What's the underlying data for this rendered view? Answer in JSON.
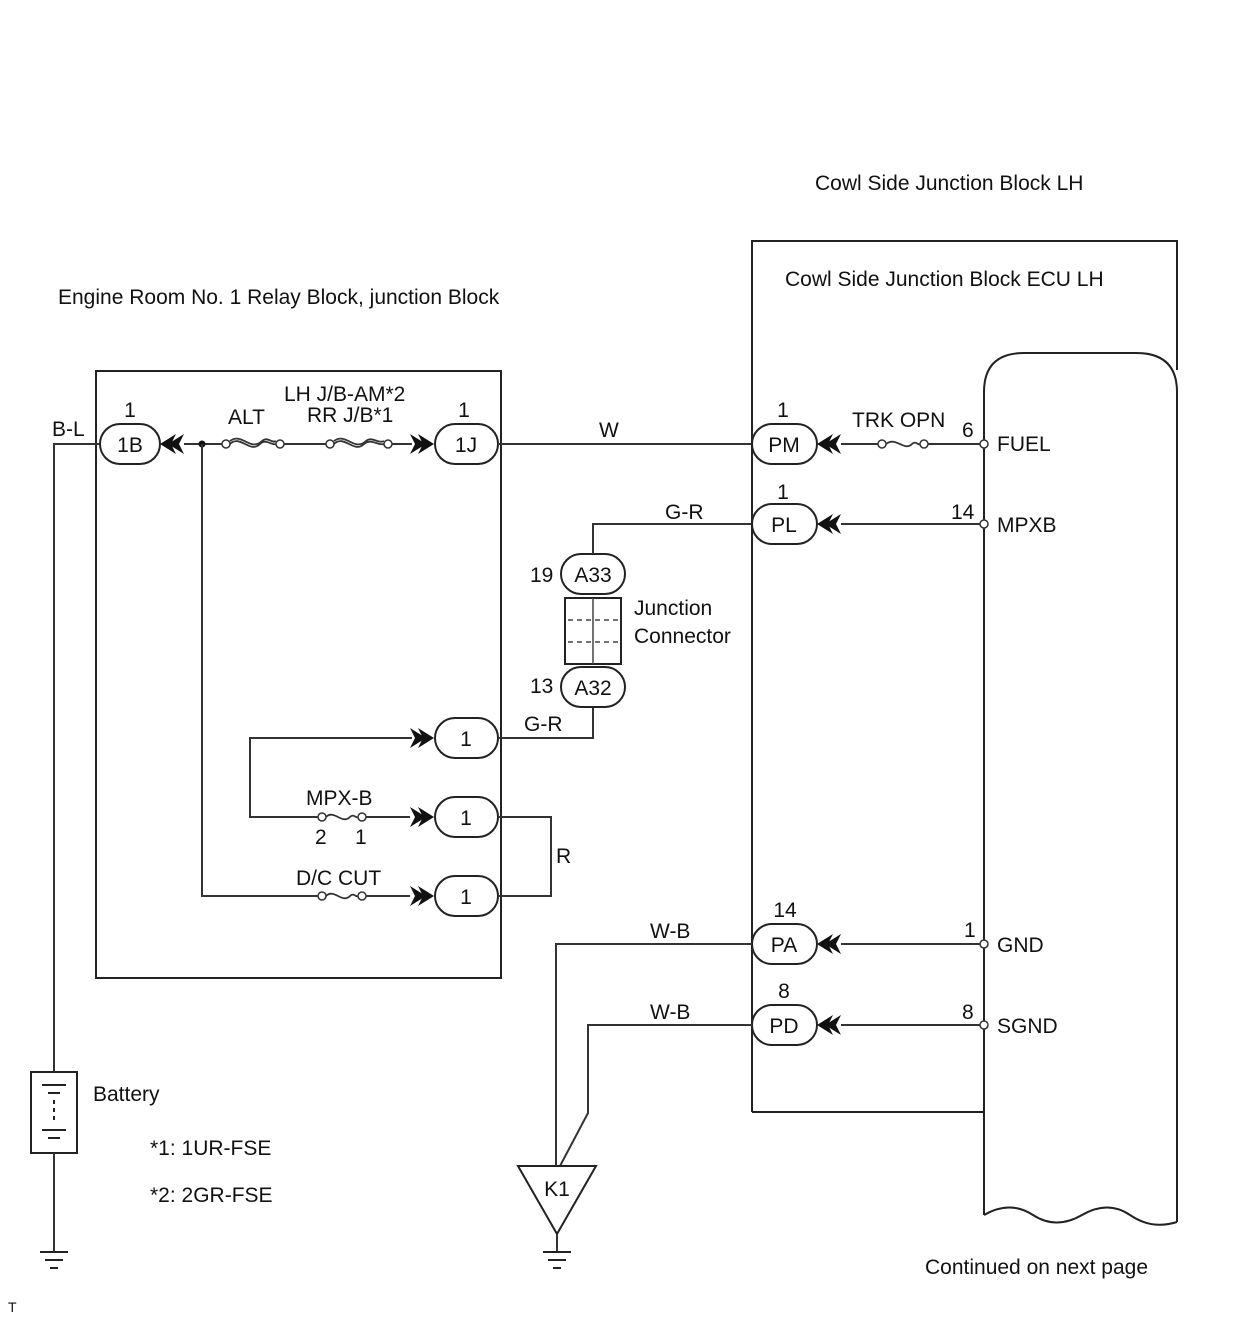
{
  "blocks": {
    "cowl_outer": "Cowl Side Junction Block LH",
    "cowl_ecu": "Cowl Side Junction Block ECU LH",
    "engine_room": "Engine Room No. 1 Relay Block, junction Block"
  },
  "wires": {
    "bl": "B-L",
    "w": "W",
    "gr_top": "G-R",
    "gr_bottom": "G-R",
    "r": "R",
    "wb_top": "W-B",
    "wb_bottom": "W-B"
  },
  "fuses": {
    "alt": "ALT",
    "lh_jb_am": "LH J/B-AM*2",
    "rr_jb": "RR J/B*1",
    "trk_opn": "TRK OPN",
    "mpx_b": "MPX-B",
    "mpx_b_pin2": "2",
    "mpx_b_pin1": "1",
    "dc_cut": "D/C CUT"
  },
  "connectors": {
    "c1b": {
      "label": "1B",
      "pin": "1"
    },
    "c1j": {
      "label": "1J",
      "pin": "1"
    },
    "pm": {
      "label": "PM",
      "pin": "1"
    },
    "pl": {
      "label": "PL",
      "pin": "1"
    },
    "pa": {
      "label": "PA",
      "pin": "14"
    },
    "pd": {
      "label": "PD",
      "pin": "8"
    },
    "a33": {
      "label": "A33",
      "pin": "19"
    },
    "a32": {
      "label": "A32",
      "pin": "13"
    },
    "er_1": "1",
    "er_2": "1",
    "er_3": "1"
  },
  "ecu_pins": {
    "fuel": {
      "label": "FUEL",
      "pin": "6"
    },
    "mpxb": {
      "label": "MPXB",
      "pin": "14"
    },
    "gnd": {
      "label": "GND",
      "pin": "1"
    },
    "sgnd": {
      "label": "SGND",
      "pin": "8"
    }
  },
  "junction": {
    "line1": "Junction",
    "line2": "Connector"
  },
  "battery": "Battery",
  "notes": {
    "n1": "*1: 1UR-FSE",
    "n2": "*2: 2GR-FSE"
  },
  "ground_point": "K1",
  "continued": "Continued on next page",
  "corner_mark": "T"
}
